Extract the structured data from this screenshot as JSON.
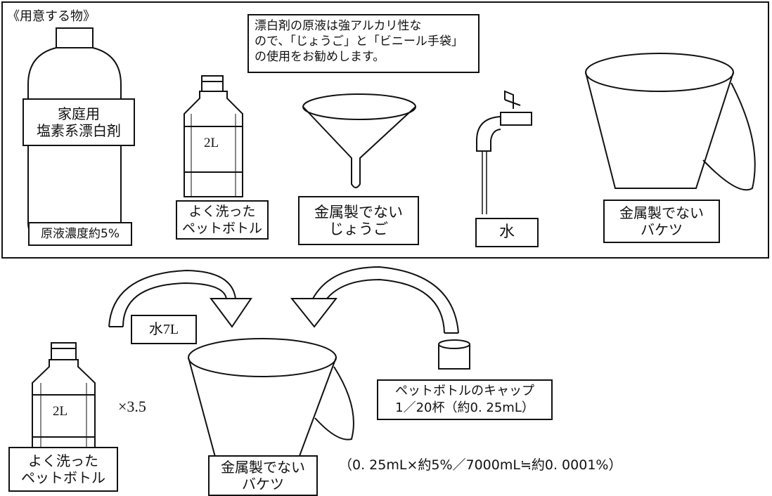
{
  "header": {
    "title": "《用意する物》"
  },
  "note": {
    "text": "漂白剤の原液は強アルカリ性な\nので、「じょうご」と「ビニール手袋」\nの使用をお勧めします。"
  },
  "items": {
    "bleach": {
      "name": "家庭用\n塩素系漂白剤",
      "concentration": "原液濃度約5%"
    },
    "bottle": {
      "volume": "2L",
      "label": "よく洗った\nペットボトル"
    },
    "funnel": {
      "label": "金属製でない\nじょうご"
    },
    "water": {
      "label": "水"
    },
    "bucket": {
      "label": "金属製でない\nバケツ"
    }
  },
  "procedure": {
    "water_amount": "水7L",
    "bottle_volume": "2L",
    "multiplier": "×3.5",
    "bottle_label": "よく洗った\nペットボトル",
    "bucket_label": "金属製でない\nバケツ",
    "cap_label": "ペットボトルのキャップ\n1／20杯（約0. 25mL）",
    "formula": "（0. 25mL×約5%／7000mL≒約0. 0001%）"
  }
}
